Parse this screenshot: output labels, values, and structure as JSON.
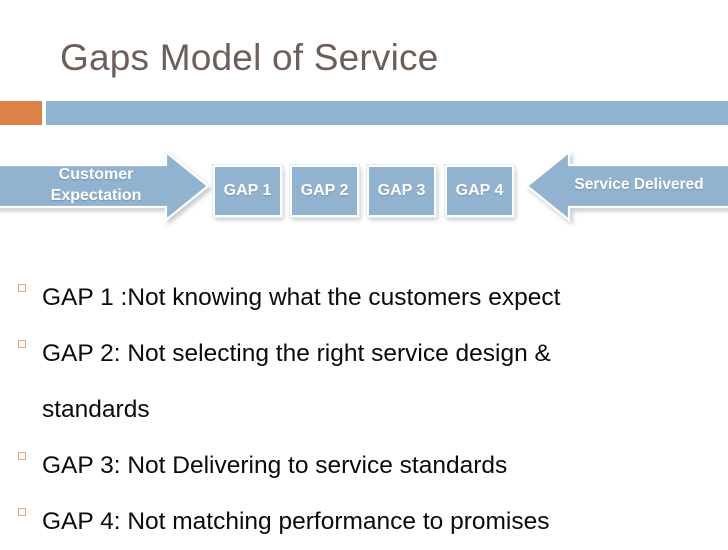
{
  "slide": {
    "title": "Gaps Model of Service",
    "theme": {
      "title_color": "#6d5f57",
      "accent_orange": "#dd8247",
      "accent_blue": "#90b3d1",
      "shape_blue": "#91b3d0",
      "bullet_marker_color": "#e0a97e",
      "body_text_color": "#0b0b0b",
      "background": "#ffffff"
    }
  },
  "diagram": {
    "left_arrow": {
      "label_line_1": "Customer",
      "label_line_2": "Expectation",
      "direction": "right"
    },
    "gap_boxes": [
      {
        "label": "GAP 1"
      },
      {
        "label": "GAP 2"
      },
      {
        "label": "GAP 3"
      },
      {
        "label": "GAP 4"
      }
    ],
    "right_arrow": {
      "label": "Service Delivered",
      "direction": "left"
    }
  },
  "bullets": [
    {
      "text": "GAP 1 :Not knowing what the customers expect",
      "wrapped": false
    },
    {
      "text": "GAP 2: Not selecting the right service design & standards",
      "wrapped": true
    },
    {
      "text": "GAP 3: Not Delivering to service standards",
      "wrapped": false
    },
    {
      "text": "GAP 4: Not matching performance to promises",
      "wrapped": false
    }
  ]
}
